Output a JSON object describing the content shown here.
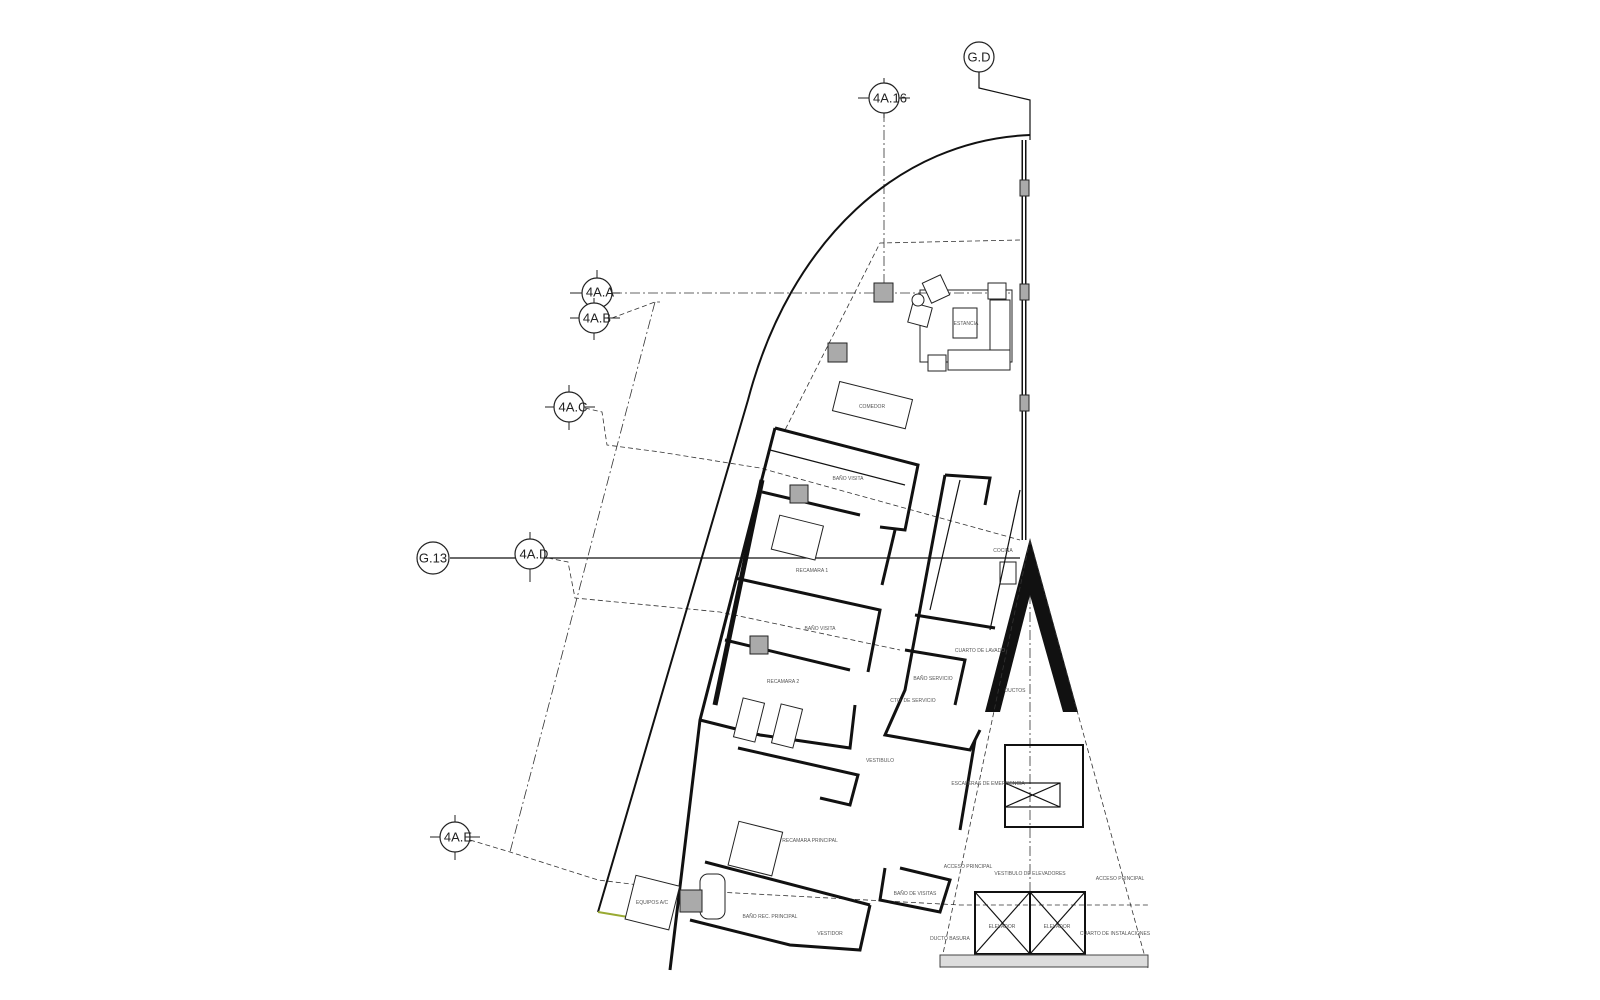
{
  "gridlines": {
    "gd": "G.D",
    "g13": "G.13",
    "a16": "4A.16",
    "aa": "4A.A",
    "ab": "4A.B",
    "ac": "4A.C",
    "ad": "4A.D",
    "ae": "4A.E"
  },
  "rooms": {
    "estancia": "ESTANCIA",
    "comedor": "COMEDOR",
    "bano_visita_1": "BAÑO VISITA",
    "recamara_1": "RECAMARA 1",
    "bano_visita_2": "BAÑO VISITA",
    "recamara_2": "RECAMARA 2",
    "cocina": "COCINA",
    "cuarto_lavado": "CUARTO DE LAVADO",
    "bano_servicio": "BAÑO SERVICIO",
    "cto_servicio": "CTO. DE SERVICIO",
    "ductos": "DUCTOS",
    "vestibulo": "VESTIBULO",
    "recamara_principal": "RECAMARA PRINCIPAL",
    "equipos": "EQUIPOS A/C",
    "bano_rec": "BAÑO REC. PRINCIPAL",
    "vestidor": "VESTIDOR",
    "escaleras": "ESCALERAS DE EMERGENCIA",
    "acceso_principal_1": "ACCESO PRINCIPAL",
    "acceso_principal_2": "ACCESO PRINCIPAL",
    "vestibulo_elevadores": "VESTIBULO DE ELEVADORES",
    "bano_visitas": "BAÑO DE VISITAS",
    "ducto_basura": "DUCTO BASURA",
    "elevador_1": "ELEVADOR",
    "elevador_2": "ELEVADOR",
    "cuarto_instalaciones": "CUARTO DE INSTALACIONES"
  }
}
